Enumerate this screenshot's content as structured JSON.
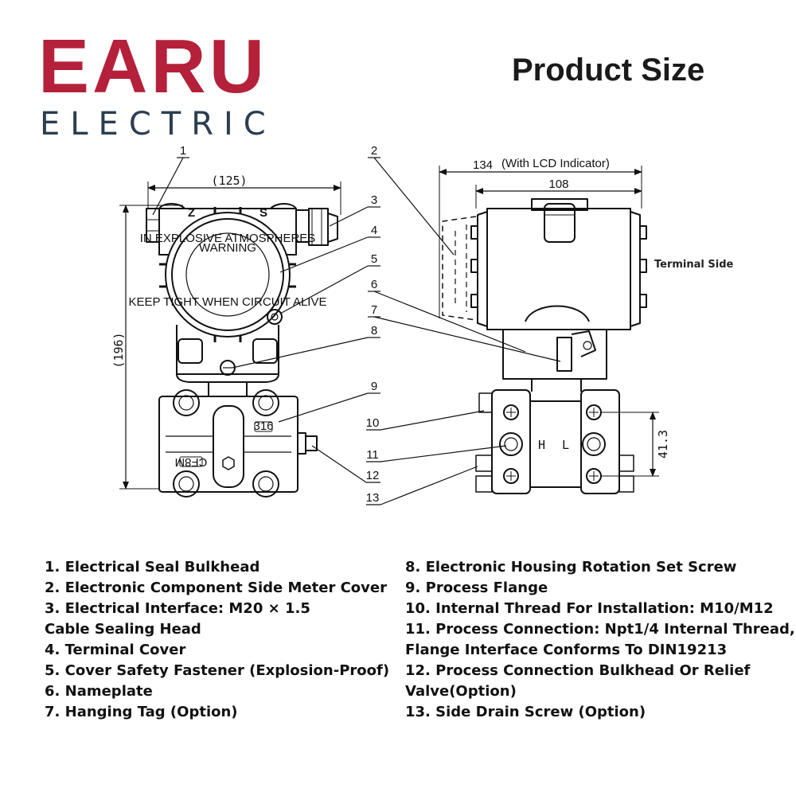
{
  "brand": {
    "name": "EARU",
    "subtitle": "ELECTRIC",
    "color": "#b5203a",
    "subtitle_color": "#2b3e50"
  },
  "title": "Product Size",
  "diagram": {
    "front_view": {
      "dim_width": "(125)",
      "dim_height": "(196)",
      "cover_letters": [
        "Z",
        "S"
      ],
      "cover_text_top": "IN EXPLOSIVE ATMOSPHERES",
      "cover_text_warning": "WARNING",
      "cover_text_bottom": "KEEP TIGHT WHEN CIRCUIT ALIVE",
      "flange_mark": "316",
      "flange_mark_2": "CF8M"
    },
    "side_view": {
      "dim_lcd": "134",
      "dim_lcd_note": "(With LCD Indicator)",
      "dim_body": "108",
      "dim_port": "41.3",
      "port_h": "H",
      "port_l": "L",
      "terminal_side": "Terminal Side"
    },
    "callouts": [
      "1",
      "2",
      "3",
      "4",
      "5",
      "6",
      "7",
      "8",
      "9",
      "10",
      "11",
      "12",
      "13"
    ]
  },
  "legend": {
    "left": [
      "1. Electrical Seal Bulkhead",
      "2. Electronic Component Side Meter Cover",
      "3. Electrical Interface: M20 × 1.5",
      "Cable Sealing Head",
      "4. Terminal Cover",
      "5. Cover Safety Fastener (Explosion-Proof)",
      "6. Nameplate",
      "7. Hanging Tag (Option)"
    ],
    "right": [
      "8. Electronic Housing Rotation Set Screw",
      "9. Process Flange",
      "10. Internal Thread For Installation: M10/M12",
      "11. Process Connection: Npt1/4 Internal Thread,",
      "Flange Interface Conforms To DIN19213",
      "12. Process Connection Bulkhead Or Relief",
      "Valve(Option)",
      "13. Side Drain Screw (Option)"
    ]
  }
}
